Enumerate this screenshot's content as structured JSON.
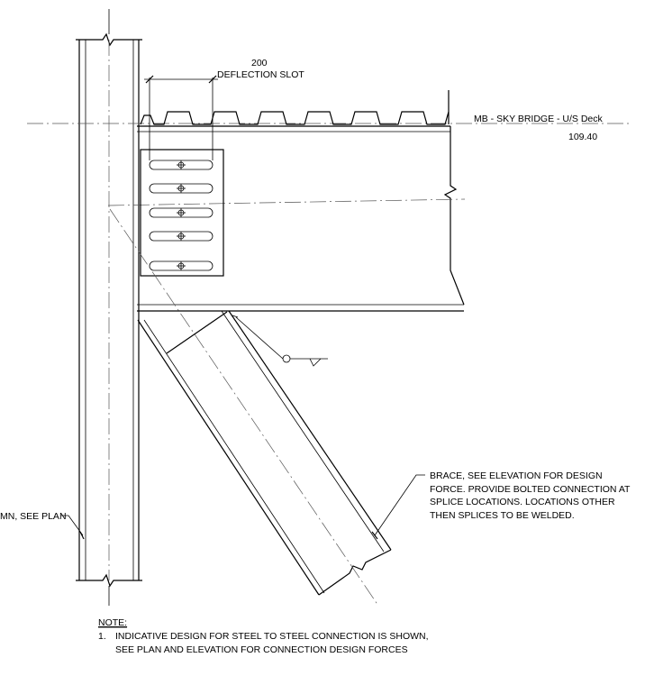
{
  "dimension": {
    "value": "200",
    "label": "DEFLECTION SLOT"
  },
  "level": {
    "name": "MB - SKY BRIDGE - U/S Deck",
    "value": "109.40"
  },
  "column_label": "MN, SEE PLAN",
  "brace_note": [
    "BRACE, SEE ELEVATION FOR DESIGN",
    "FORCE. PROVIDE BOLTED CONNECTION AT",
    "SPLICE LOCATIONS. LOCATIONS OTHER",
    "THEN SPLICES TO BE WELDED."
  ],
  "note": {
    "heading": "NOTE:",
    "number": "1.",
    "lines": [
      "INDICATIVE DESIGN FOR STEEL TO STEEL CONNECTION IS SHOWN,",
      "SEE PLAN AND ELEVATION FOR CONNECTION DESIGN FORCES"
    ]
  }
}
